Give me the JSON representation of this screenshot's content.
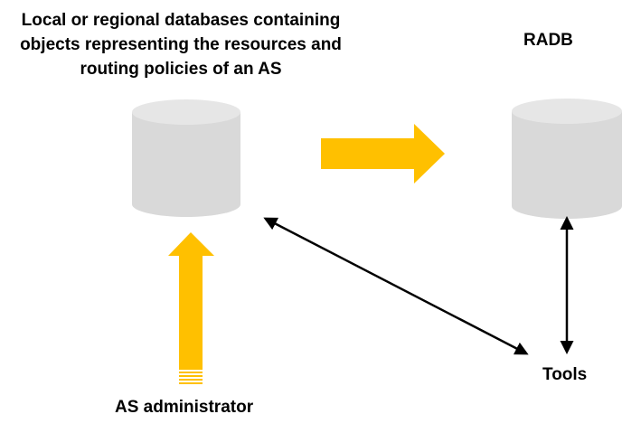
{
  "local_db": {
    "lines": [
      "Local or regional databases containing",
      "objects representing the resources and",
      "routing policies of an AS"
    ]
  },
  "radb": {
    "label": "RADB"
  },
  "tools": {
    "label": "Tools"
  },
  "admin": {
    "label": "AS administrator"
  },
  "colors": {
    "cylinder_fill": "#d9d9d9",
    "cylinder_top": "#e6e6e6",
    "arrow_yellow": "#ffc000",
    "connector": "#000000"
  },
  "icons": [
    "database-cylinder",
    "block-arrow-right",
    "block-arrow-up",
    "double-headed-arrow"
  ]
}
